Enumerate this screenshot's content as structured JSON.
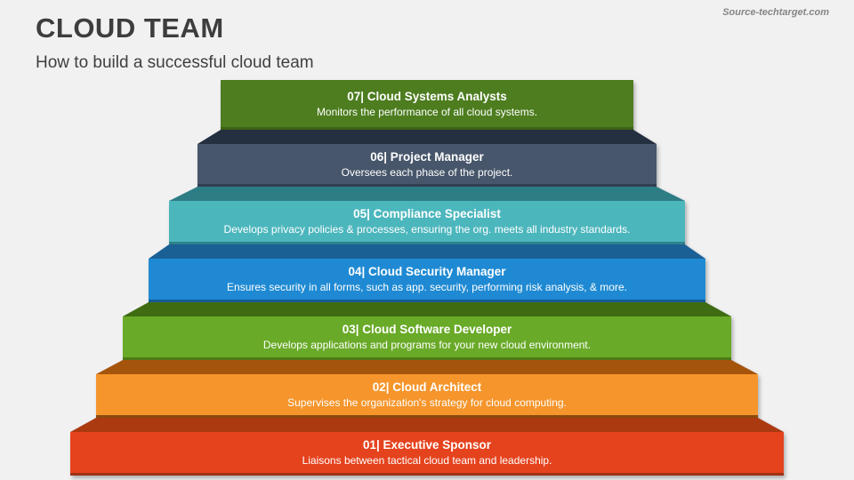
{
  "slide": {
    "title": "CLOUD TEAM",
    "subtitle": "How to build a successful cloud team",
    "source": "Source-techtarget.com",
    "background_color": "#f1f1f2",
    "title_color": "#3d3d3d"
  },
  "steps": [
    {
      "number": "07",
      "title": "07|  Cloud Systems Analysts",
      "description": "Monitors the performance of all cloud systems.",
      "colors": {
        "face": "#4d7d1f",
        "band": "#4d7d1f",
        "edge": "#3c6315"
      }
    },
    {
      "number": "06",
      "title": "06|  Project Manager",
      "description": "Oversees each phase of the project.",
      "colors": {
        "face": "#47566b",
        "band": "#242f40",
        "edge": "#333f52"
      }
    },
    {
      "number": "05",
      "title": "05|  Compliance Specialist",
      "description": "Develops privacy policies & processes, ensuring the org. meets all industry standards.",
      "colors": {
        "face": "#4cb6bd",
        "band": "#2d7d85",
        "edge": "#2f838c"
      }
    },
    {
      "number": "04",
      "title": "04|  Cloud Security Manager",
      "description": "Ensures security in all forms, such as app. security, performing risk analysis, & more.",
      "colors": {
        "face": "#1f8ad3",
        "band": "#1b6095",
        "edge": "#155e9a"
      }
    },
    {
      "number": "03",
      "title": "03|  Cloud Software Developer",
      "description": "Develops applications and programs for your new cloud environment.",
      "colors": {
        "face": "#69aa28",
        "band": "#3f6b12",
        "edge": "#4c7c17"
      }
    },
    {
      "number": "02",
      "title": "02|  Cloud Architect",
      "description": "Supervises the organization's strategy for cloud computing.",
      "colors": {
        "face": "#f5952b",
        "band": "#a5540c",
        "edge": "#8a4a0d"
      }
    },
    {
      "number": "01",
      "title": "01|  Executive Sponsor",
      "description": "Liaisons between tactical cloud team and leadership.",
      "colors": {
        "face": "#e5431e",
        "band": "#ab3a11",
        "edge": "#a03112"
      }
    }
  ]
}
